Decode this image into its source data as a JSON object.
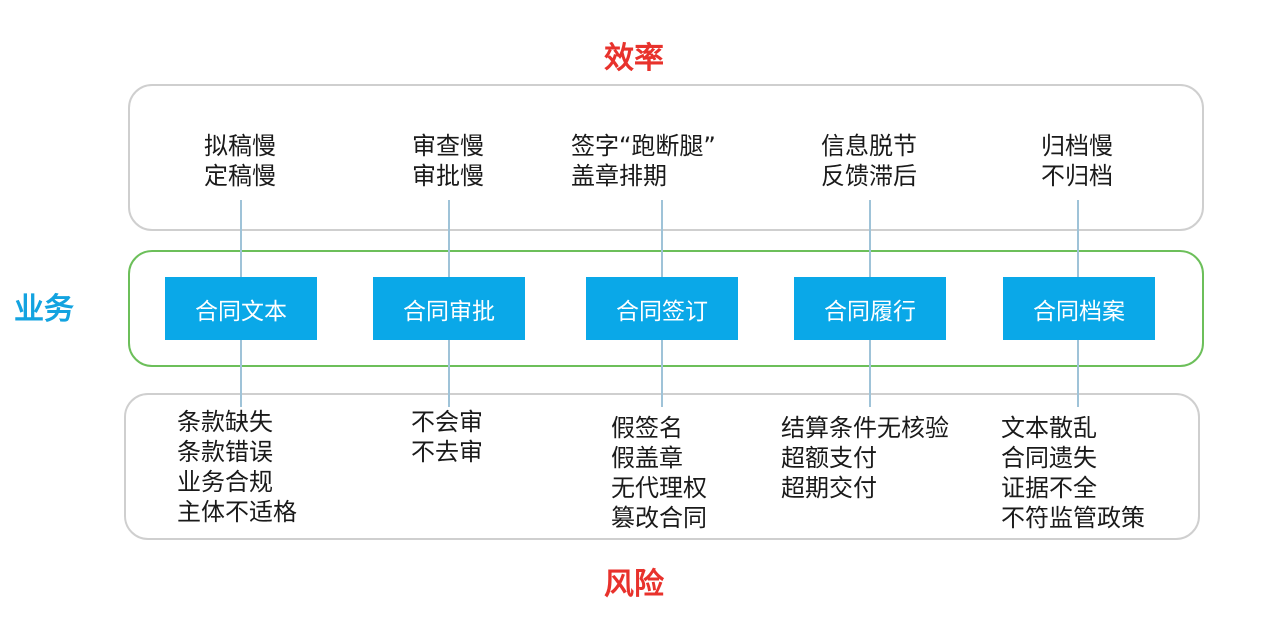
{
  "titles": {
    "efficiency": "效率",
    "business": "业务",
    "risk": "风险"
  },
  "stages": [
    "合同文本",
    "合同审批",
    "合同签订",
    "合同履行",
    "合同档案"
  ],
  "efficiency_issues": [
    [
      "拟稿慢",
      "定稿慢"
    ],
    [
      "审查慢",
      "审批慢"
    ],
    [
      "签字“跑断腿”",
      "盖章排期"
    ],
    [
      "信息脱节",
      "反馈滞后"
    ],
    [
      "归档慢",
      "不归档"
    ]
  ],
  "risk_issues": [
    [
      "条款缺失",
      "条款错误",
      "业务合规",
      "主体不适格"
    ],
    [
      "不会审",
      "不去审"
    ],
    [
      "假签名",
      "假盖章",
      "无代理权",
      "篡改合同"
    ],
    [
      "结算条件无核验",
      "超额支付",
      "超期交付"
    ],
    [
      "文本散乱",
      "合同遗失",
      "证据不全",
      "不符监管政策"
    ]
  ],
  "colors": {
    "title_red": "#e8322c",
    "title_blue": "#13a3e0",
    "stage_fill": "#0aa8e8",
    "middle_border": "#6cbf5a",
    "outer_border": "#cfcfcf"
  }
}
